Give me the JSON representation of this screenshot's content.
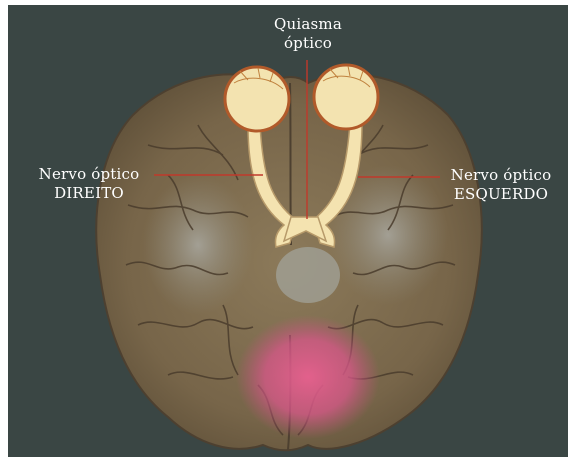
{
  "labels": {
    "chiasm": {
      "line1": "Quiasma",
      "line2": "óptico"
    },
    "right_nerve": {
      "line1": "Nervo óptico",
      "line2": "DIREITO"
    },
    "left_nerve": {
      "line1": "Nervo óptico",
      "line2": "ESQUERDO"
    }
  },
  "colors": {
    "background": "#3a4644",
    "brain": "#7d6c4f",
    "nerve": "#f4e3b0",
    "pointer_line": "#c0392b",
    "highlight": "#e05a8a"
  }
}
